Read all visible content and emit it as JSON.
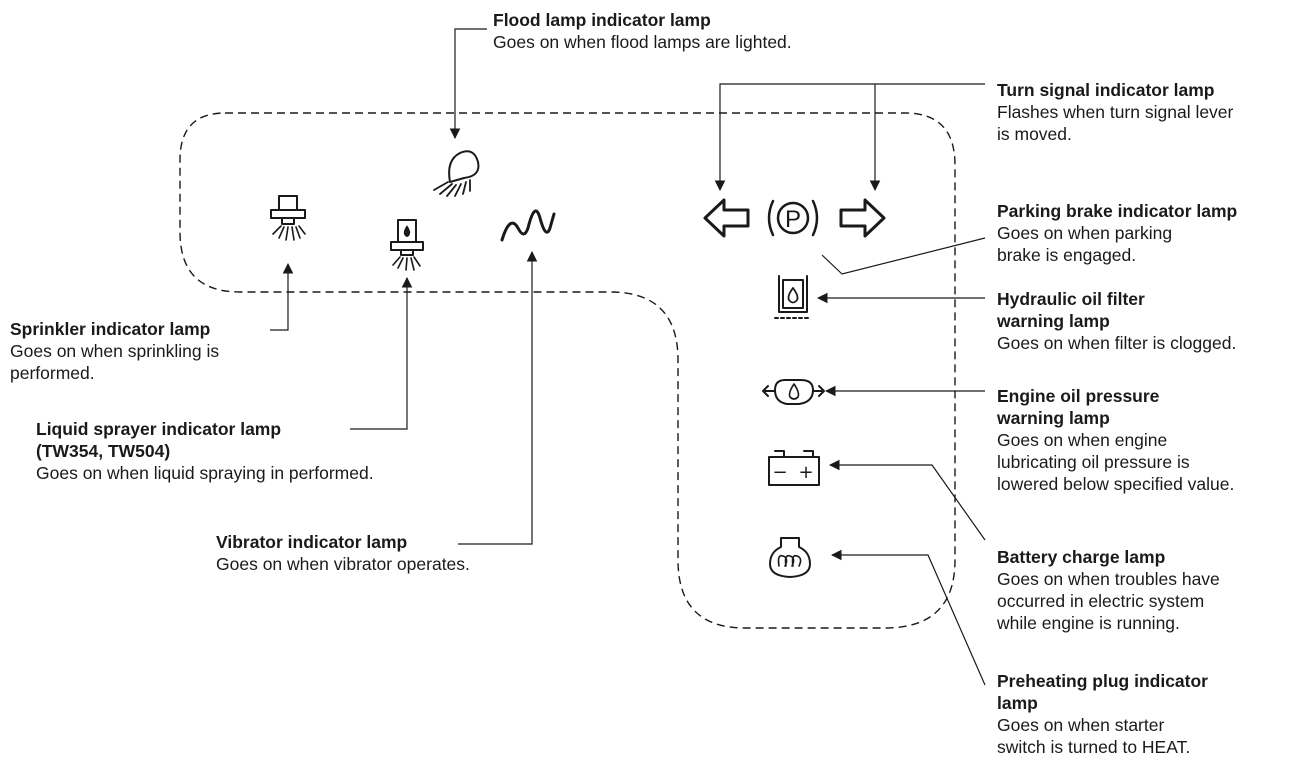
{
  "colors": {
    "ink": "#1a1a1a",
    "background": "#ffffff"
  },
  "icons": [
    "sprinkler-icon",
    "liquid-sprayer-icon",
    "flood-lamp-icon",
    "vibrator-icon",
    "turn-left-arrow-icon",
    "parking-brake-icon",
    "turn-right-arrow-icon",
    "hydraulic-oil-filter-icon",
    "engine-oil-pressure-icon",
    "battery-icon",
    "preheating-plug-icon"
  ],
  "labels": {
    "flood": {
      "title": [
        "Flood lamp indicator lamp"
      ],
      "desc": [
        "Goes on when flood lamps are lighted."
      ]
    },
    "turn": {
      "title": [
        "Turn signal indicator lamp"
      ],
      "desc": [
        "Flashes when turn signal lever",
        "is moved."
      ]
    },
    "parking": {
      "title": [
        "Parking brake indicator lamp"
      ],
      "desc": [
        "Goes on when parking",
        "brake is engaged."
      ]
    },
    "hydraulic": {
      "title": [
        "Hydraulic oil filter",
        "warning lamp"
      ],
      "desc": [
        "Goes on when filter is clogged."
      ]
    },
    "engine": {
      "title": [
        "Engine oil pressure",
        "warning lamp"
      ],
      "desc": [
        "Goes on when engine",
        "lubricating oil pressure is",
        "lowered below specified value."
      ]
    },
    "battery": {
      "title": [
        "Battery charge lamp"
      ],
      "desc": [
        "Goes on when troubles have",
        "occurred in electric system",
        "while engine is running."
      ]
    },
    "preheat": {
      "title": [
        "Preheating plug indicator",
        "lamp"
      ],
      "desc": [
        "Goes on when starter",
        "switch is turned to HEAT."
      ]
    },
    "sprinkler": {
      "title": [
        "Sprinkler indicator lamp"
      ],
      "desc": [
        "Goes on when sprinkling is",
        "performed."
      ]
    },
    "sprayer": {
      "title": [
        "Liquid sprayer indicator lamp",
        "(TW354, TW504)"
      ],
      "desc": [
        "Goes on when liquid spraying in performed."
      ]
    },
    "vibrator": {
      "title": [
        "Vibrator indicator lamp"
      ],
      "desc": [
        "Goes on when vibrator operates."
      ]
    }
  },
  "parking_icon_letter": "P",
  "battery_icon_signs": {
    "minus": "−",
    "plus": "+"
  }
}
